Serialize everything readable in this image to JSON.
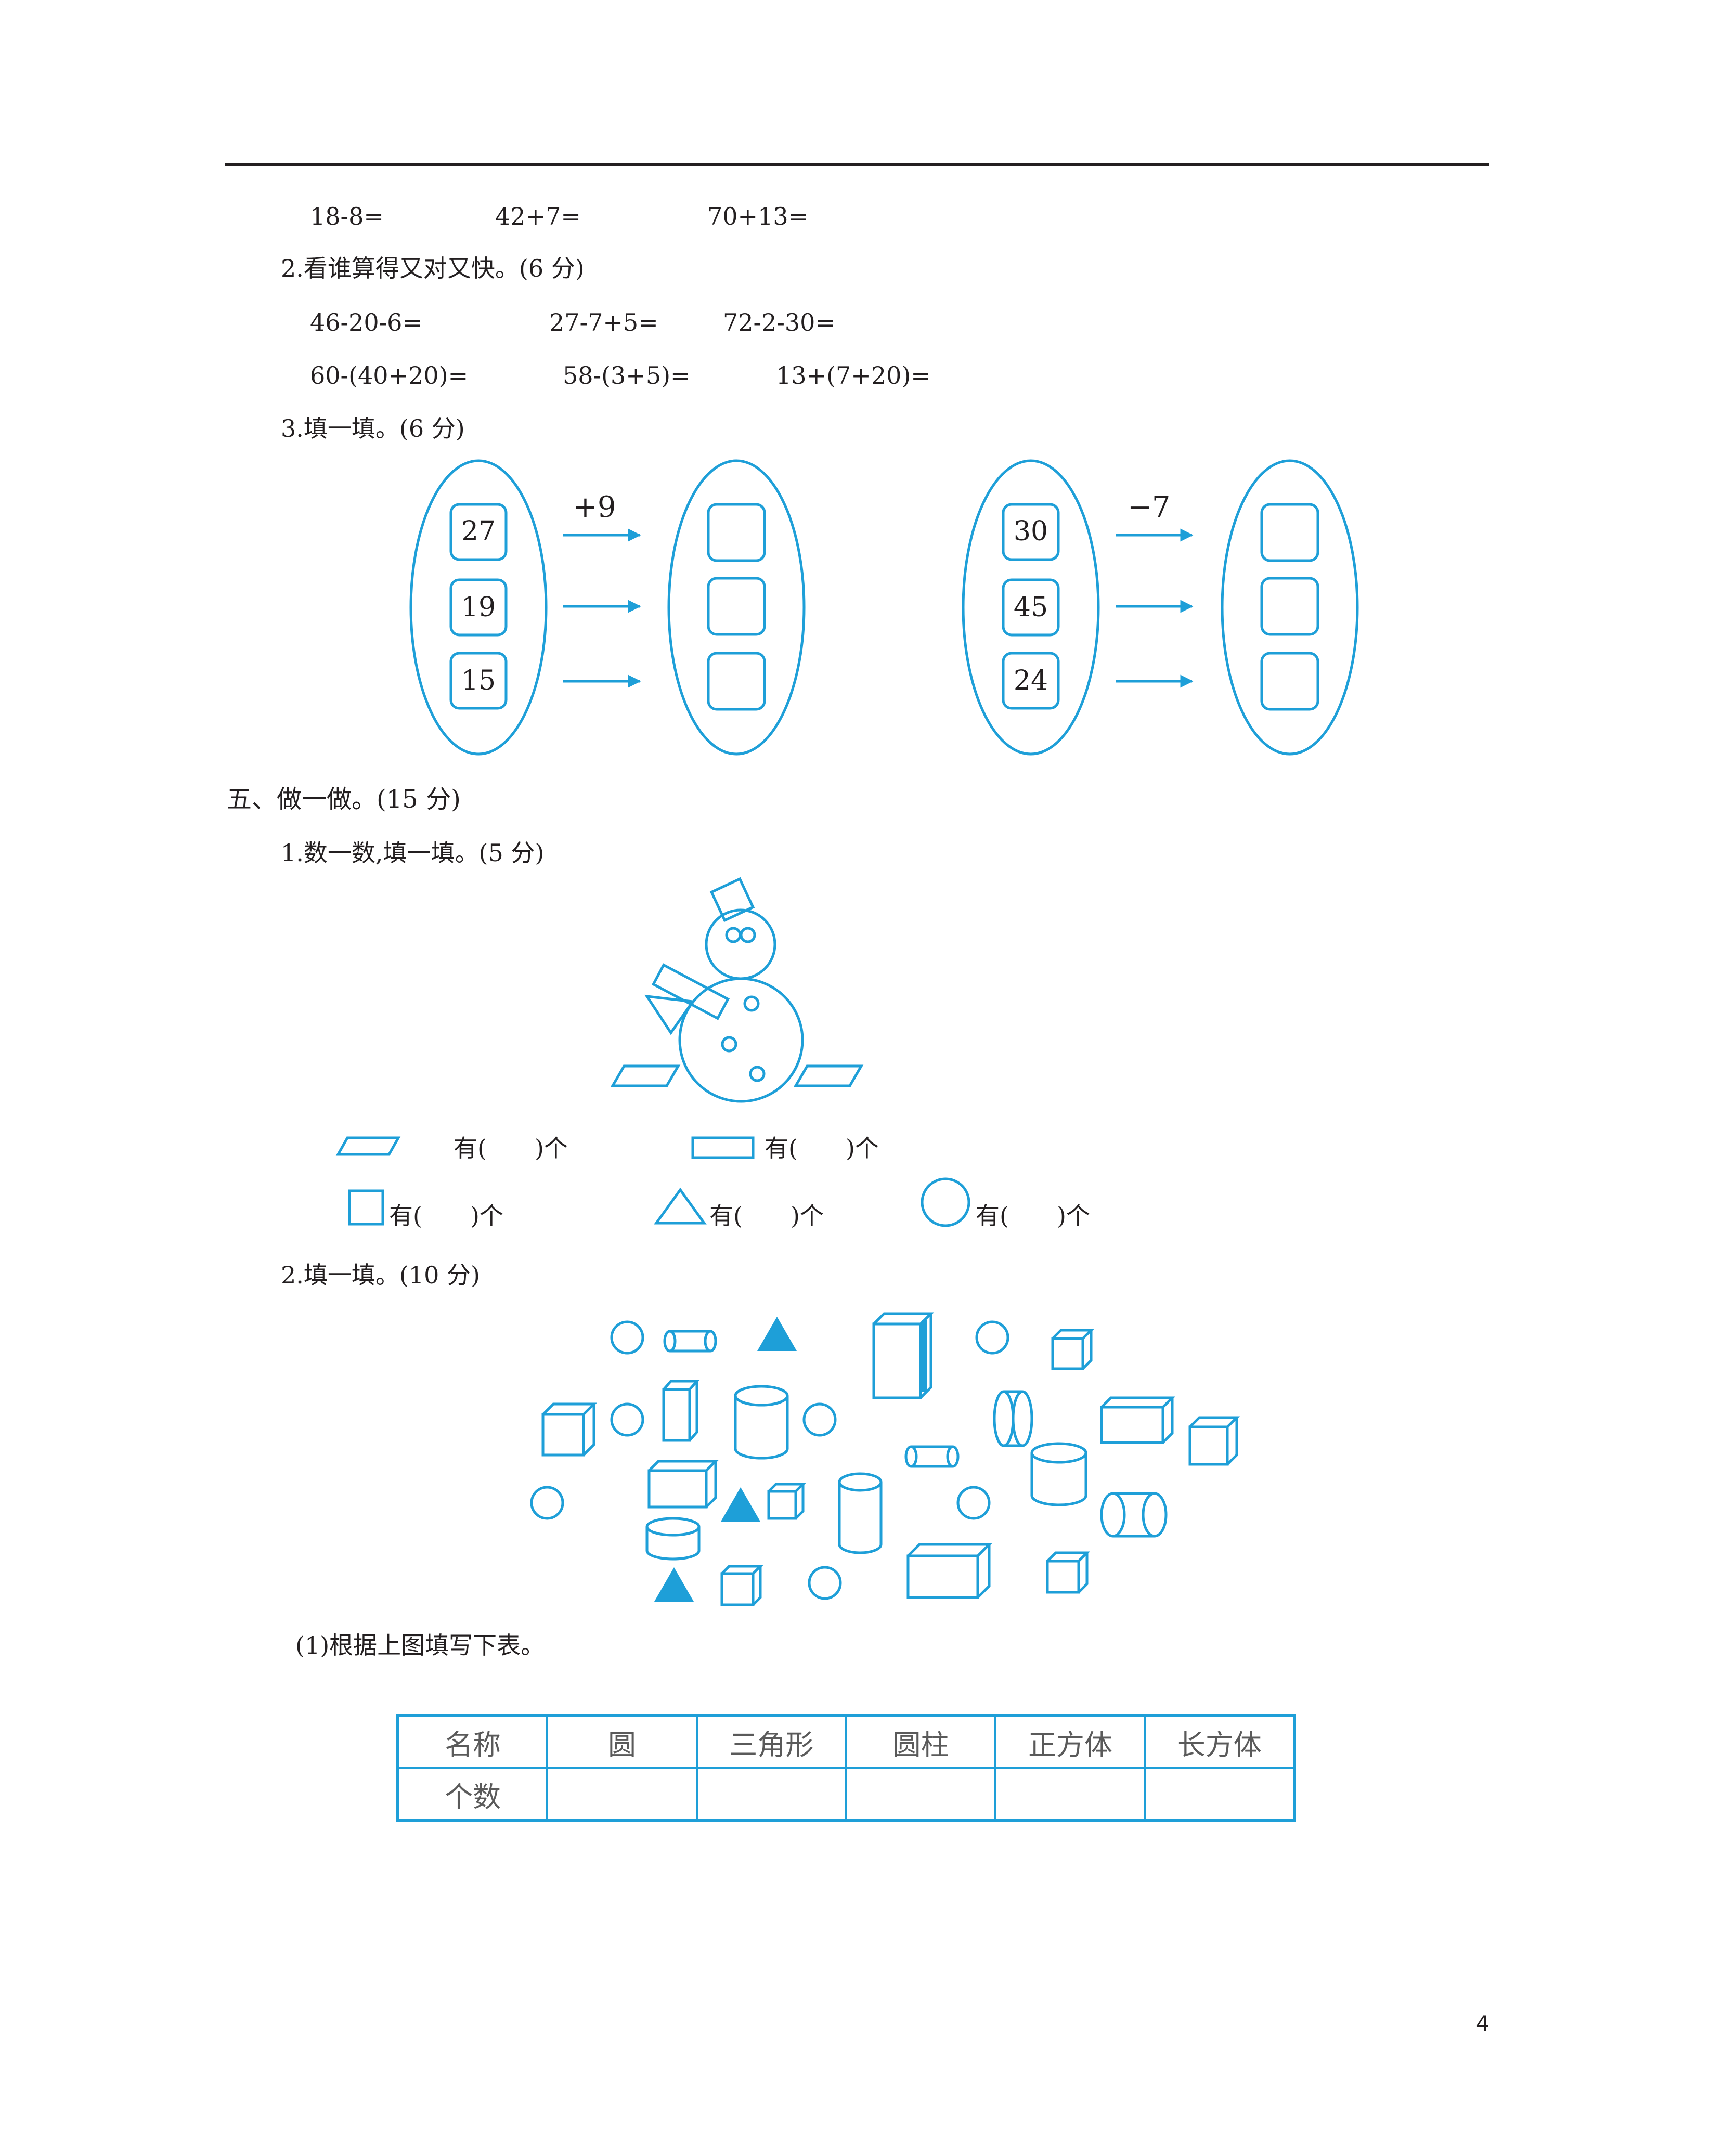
{
  "page_number": "4",
  "section4_tail": {
    "q1_remaining": [
      "18-8=",
      "42+7=",
      "70+13="
    ],
    "q2": {
      "title": "2.看谁算得又对又快。(6 分)",
      "row1": [
        "46-20-6=",
        "27-7+5=",
        "72-2-30="
      ],
      "row2": [
        "60-(40+20)=",
        "58-(3+5)=",
        "13+(7+20)="
      ]
    },
    "q3": {
      "title": "3.填一填。(6 分)",
      "left_op": "+9",
      "left_numbers": [
        "27",
        "19",
        "15"
      ],
      "right_op": "−7",
      "right_numbers": [
        "30",
        "45",
        "24"
      ]
    }
  },
  "section5": {
    "title": "五、做一做。(15 分)",
    "q1": {
      "title": "1.数一数,填一填。(5 分)",
      "count_label": "有(　　)个"
    },
    "q2": {
      "title": "2.填一填。(10 分)",
      "sub1": "(1)根据上图填写下表。",
      "table_header": [
        "名称",
        "圆",
        "三角形",
        "圆柱",
        "正方体",
        "长方体"
      ],
      "table_row_label": "个数"
    }
  },
  "colors": {
    "accent": "#1e9fd8",
    "text": "#231f20"
  }
}
